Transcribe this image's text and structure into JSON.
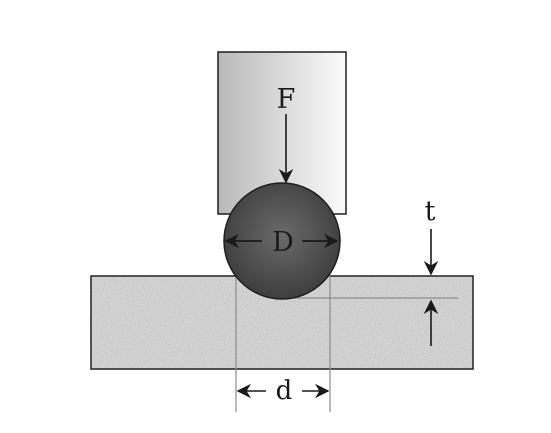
{
  "labels": {
    "force": "F",
    "ball_diameter": "D",
    "thickness": "t",
    "indent_diameter": "d"
  },
  "colors": {
    "background": "#ffffff",
    "indenter_dark": "#b9b9b9",
    "indenter_light": "#fbfbfb",
    "ball_dark": "#3a3a3a",
    "ball_light": "#6a6a6a",
    "specimen": "#e0e0e0",
    "outline": "#1e1e1e",
    "dimension_line": "#8c8c8c"
  }
}
